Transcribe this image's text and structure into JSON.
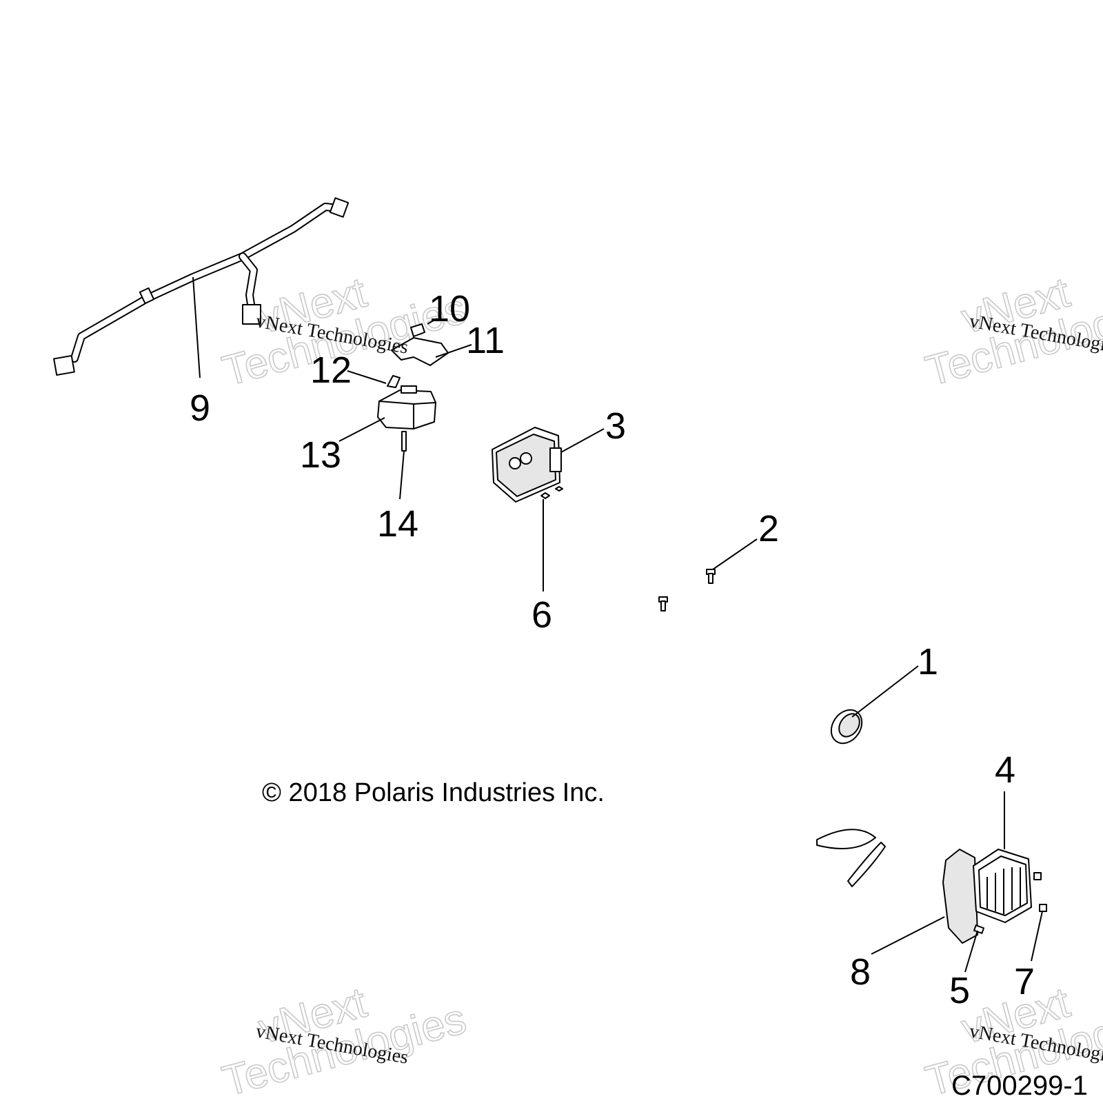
{
  "callouts": {
    "c1": "1",
    "c2": "2",
    "c3": "3",
    "c4": "4",
    "c5": "5",
    "c6": "6",
    "c7": "7",
    "c8": "8",
    "c9": "9",
    "c10": "10",
    "c11": "11",
    "c12": "12",
    "c13": "13",
    "c14": "14"
  },
  "copyright": "© 2018 Polaris Industries Inc.",
  "figure_code": "C700299-1",
  "watermark": {
    "line1": "vNext",
    "line2": "Technologies",
    "small": "vNext Technologies"
  }
}
